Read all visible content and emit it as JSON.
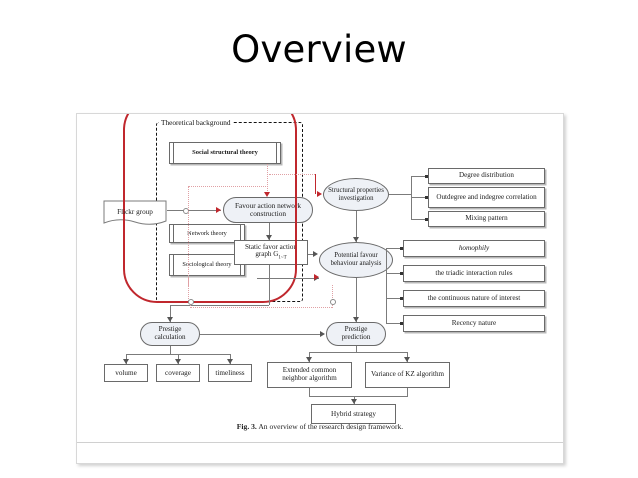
{
  "slide": {
    "title": "Overview"
  },
  "figure": {
    "caption_label": "Fig. 3.",
    "caption_text": "An overview of the research design framework.",
    "colors": {
      "highlight_red": "#c0272d",
      "node_fill": "#eef1f6",
      "line_gray": "#7b7b7b",
      "dotted_red": "#e0a0a4"
    },
    "group_label": "Theoretical background",
    "source_node": "Flickr group",
    "theory_boxes": [
      {
        "label": "Social structural theory"
      },
      {
        "label": "Network theory"
      },
      {
        "label": "Sociological theory"
      }
    ],
    "process_nodes": [
      {
        "id": "favour-action-network-construction",
        "label": "Favour action network construction"
      },
      {
        "id": "structural-properties-investigation",
        "label": "Structural properties investigation"
      },
      {
        "id": "potential-favour-behaviour-analysis",
        "label": "Potential favour behaviour analysis"
      },
      {
        "id": "prestige-calculation",
        "label": "Prestige calculation"
      },
      {
        "id": "prestige-prediction",
        "label": "Prestige prediction"
      }
    ],
    "graph_node": {
      "label": "Static favor action graph G",
      "subscript": "1~T"
    },
    "structural_outputs": [
      {
        "label": "Degree distribution"
      },
      {
        "label": "Outdegree and indegree correlation"
      },
      {
        "label": "Mixing pattern"
      }
    ],
    "behaviour_outputs": [
      {
        "label": "homophily",
        "style": "italic"
      },
      {
        "label": "the triadic interaction rules",
        "style": "normal"
      },
      {
        "label": "the continuous nature of interest",
        "style": "normal"
      },
      {
        "label": "Recency nature",
        "style": "normal"
      }
    ],
    "prestige_metrics": [
      {
        "label": "volume"
      },
      {
        "label": "coverage"
      },
      {
        "label": "timeliness"
      }
    ],
    "prediction_algorithms": [
      {
        "label": "Extended common neighbor algorithm"
      },
      {
        "label": "Variance of KZ algorithm"
      }
    ],
    "final_node": {
      "label": "Hybrid strategy"
    }
  }
}
